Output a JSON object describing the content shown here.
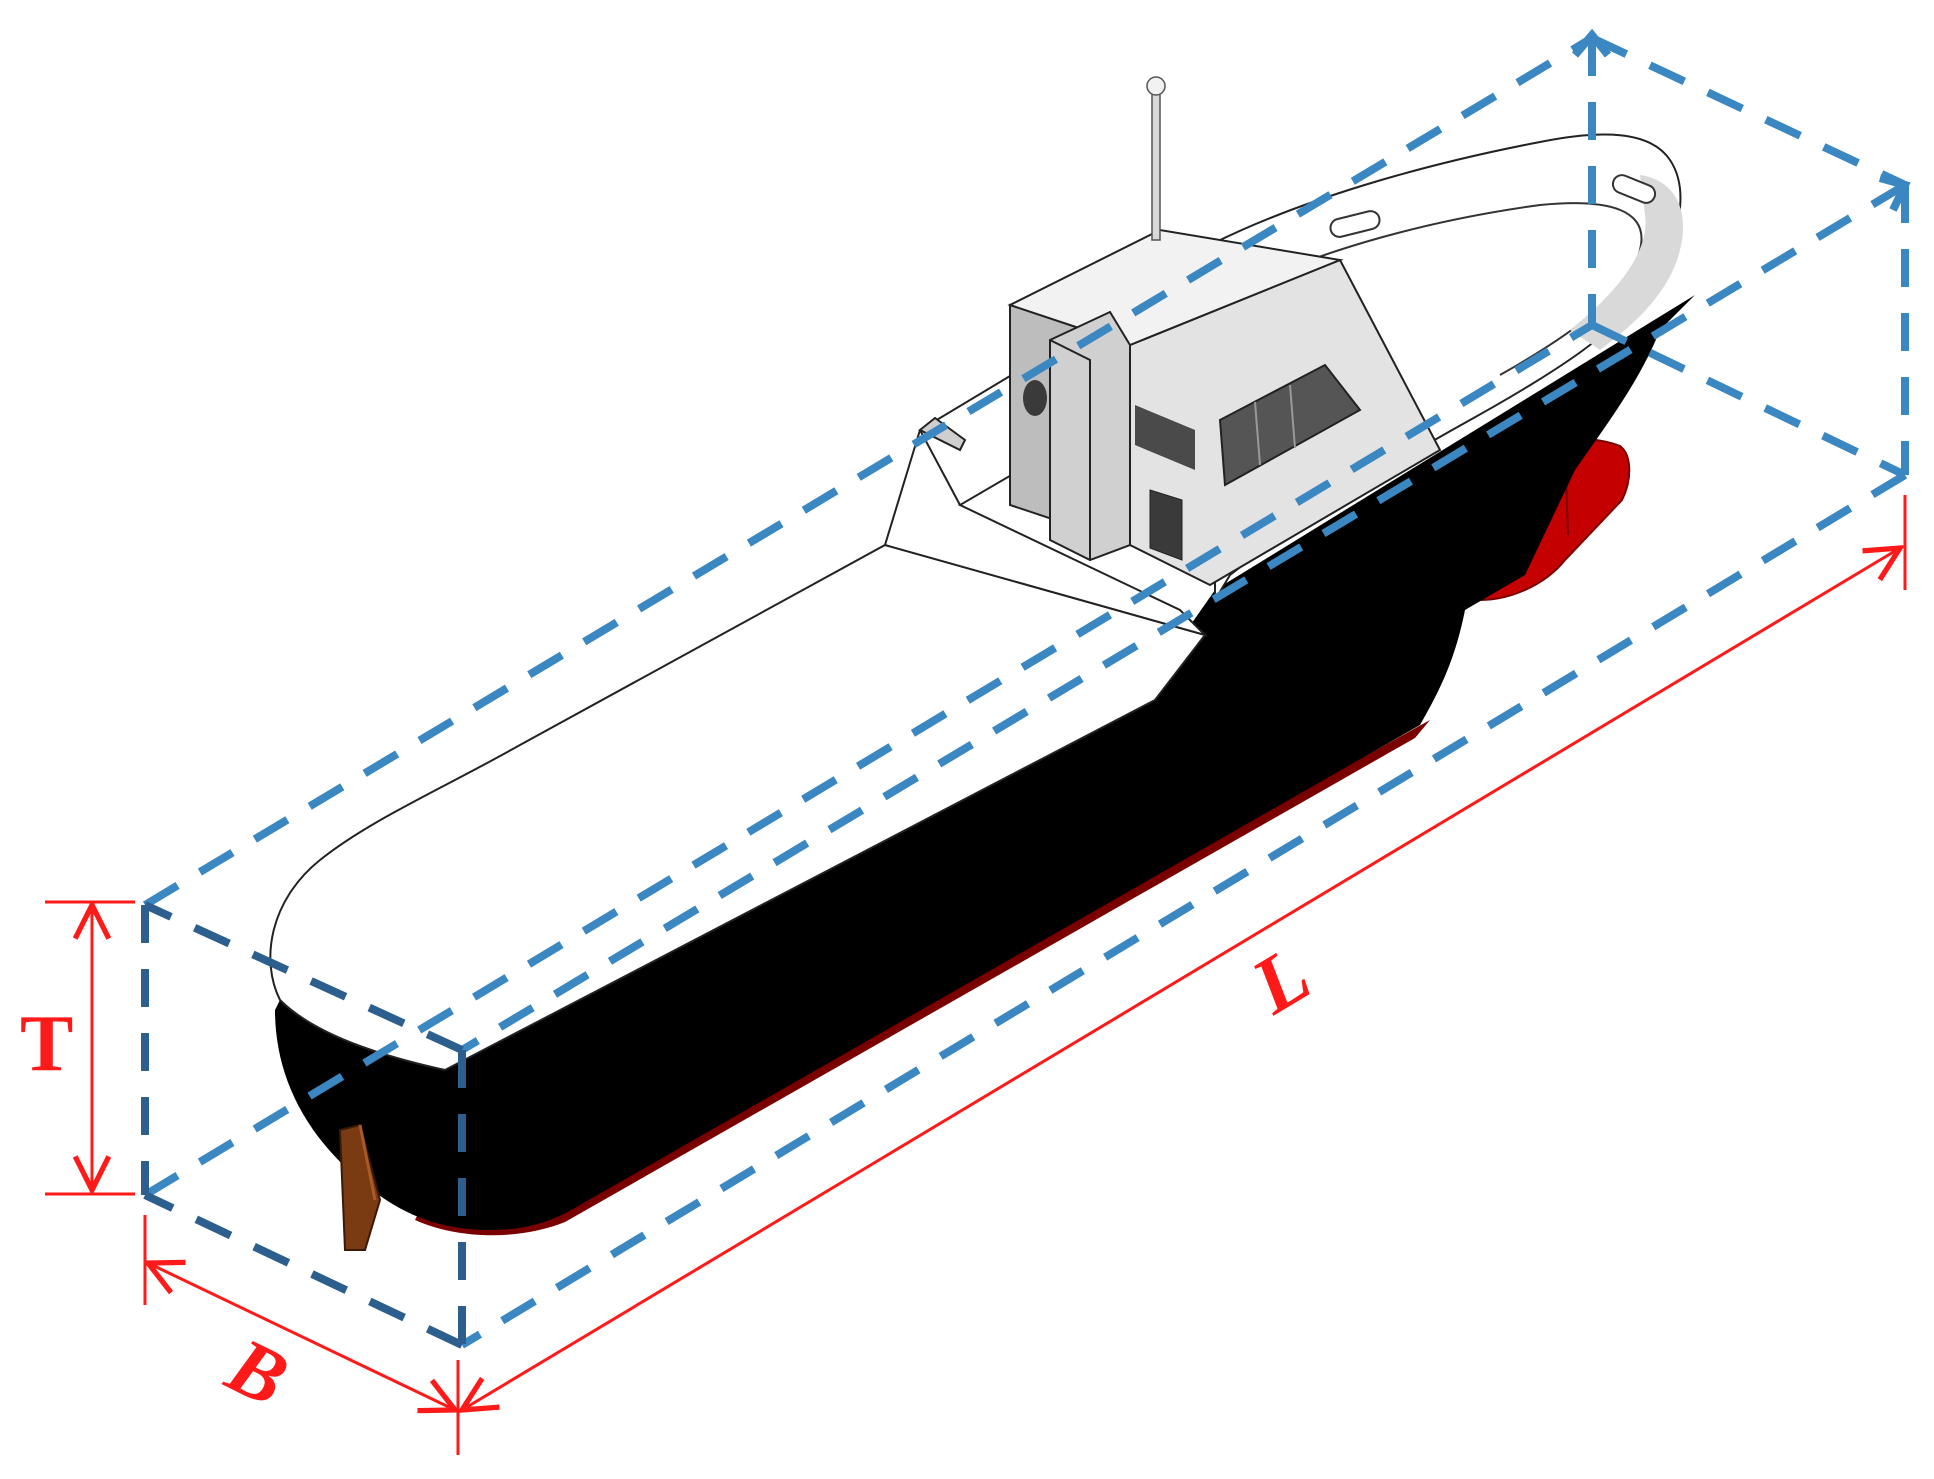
{
  "labels": {
    "length": "L",
    "beam": "B",
    "draft": "T"
  },
  "colors": {
    "bounding_box": "#3A87C2",
    "bounding_box_dark": "#2C5F8E",
    "dimension": "#FF1A1A",
    "hull_black": "#000000",
    "hull_red": "#C40000",
    "deck_white": "#FFFFFF",
    "superstructure_gray": "#BDBDBD",
    "rudder_brown": "#7A3A12"
  },
  "icons": [
    "ship-hull",
    "wheelhouse",
    "mast",
    "propeller-nozzle",
    "rudder"
  ]
}
